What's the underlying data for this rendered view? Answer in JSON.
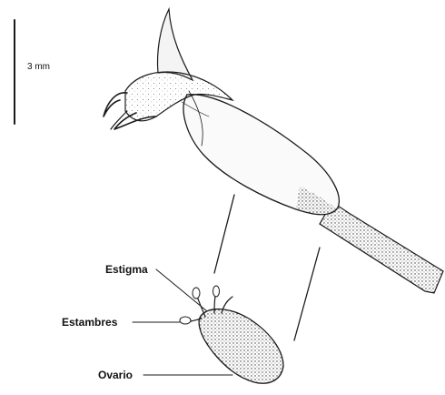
{
  "scale_bar": {
    "label": "3 mm"
  },
  "labels": {
    "stigma": "Estigma",
    "stamens": "Estambres",
    "ovary": "Ovario"
  }
}
